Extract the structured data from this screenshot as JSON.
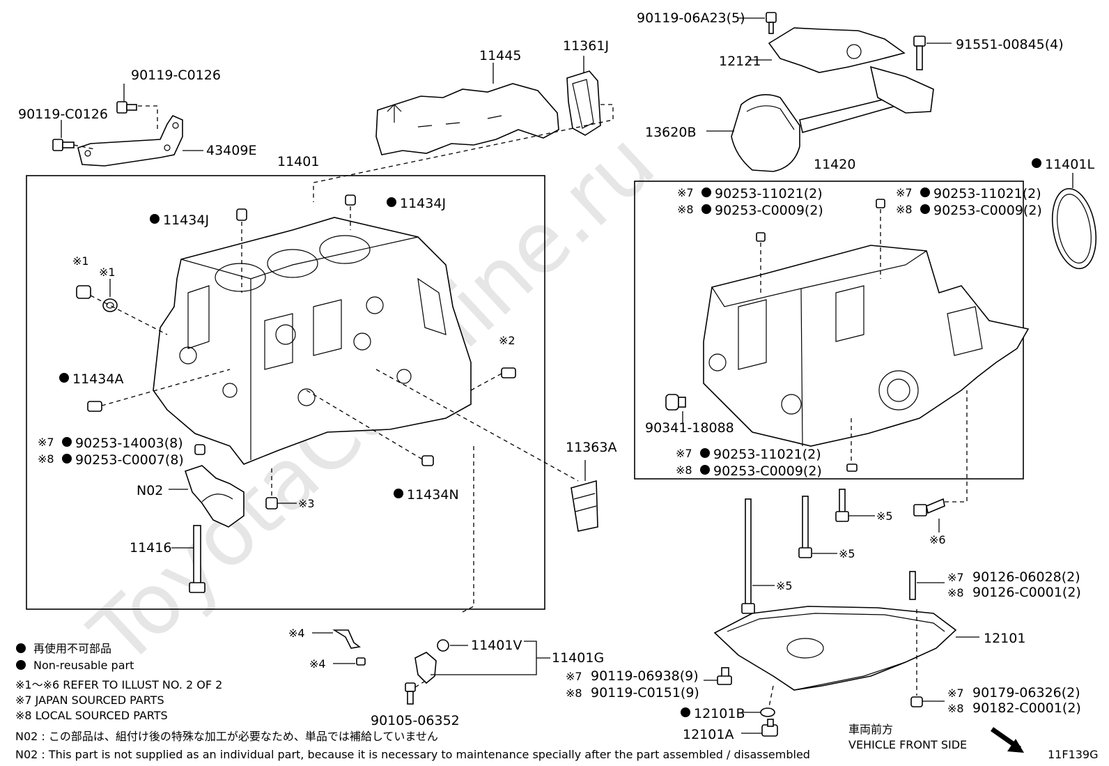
{
  "watermark": "ToyotaCarMine.ru",
  "drawing_code": "11F139G",
  "labels": {
    "p11401": "11401",
    "p11420": "11420",
    "p11445": "11445",
    "p11361J": "11361J",
    "p90119_c0126_a": "90119-C0126",
    "p90119_c0126_b": "90119-C0126",
    "p43409E": "43409E",
    "p11434J_a": "11434J",
    "p11434J_b": "11434J",
    "p11434A": "11434A",
    "p11434N": "11434N",
    "p11416": "11416",
    "pN02": "N02",
    "p11363A": "11363A",
    "p90119_06A23": "90119-06A23(5)",
    "p12121": "12121",
    "p91551": "91551-00845(4)",
    "p13620B": "13620B",
    "p11401L": "11401L",
    "p90341": "90341-18088",
    "p11401V": "11401V",
    "p11401G": "11401G",
    "p90105": "90105-06352",
    "p12101": "12101",
    "p12101B": "12101B",
    "p12101A": "12101A",
    "k1a": "※1",
    "k1b": "※1",
    "k2": "※2",
    "k3": "※3",
    "k4a": "※4",
    "k4b": "※4",
    "k5a": "※5",
    "k5b": "※5",
    "k5c": "※5",
    "k6": "※6",
    "l_left_7": "※7",
    "l_left_7v": "90253-14003(8)",
    "l_left_8": "※8",
    "l_left_8v": "90253-C0007(8)",
    "l_inL_7": "※7",
    "l_inL_7v": "90253-11021(2)",
    "l_inL_8": "※8",
    "l_inL_8v": "90253-C0009(2)",
    "l_inR_7": "※7",
    "l_inR_7v": "90253-11021(2)",
    "l_inR_8": "※8",
    "l_inR_8v": "90253-C0009(2)",
    "l_inB_7": "※7",
    "l_inB_7v": "90253-11021(2)",
    "l_inB_8": "※8",
    "l_inB_8v": "90253-C0009(2)",
    "l_stud_7": "※7",
    "l_stud_7v": "90126-06028(2)",
    "l_stud_8": "※8",
    "l_stud_8v": "90126-C0001(2)",
    "l_bolt_7": "※7",
    "l_bolt_7v": "90119-06938(9)",
    "l_bolt_8": "※8",
    "l_bolt_8v": "90119-C0151(9)",
    "l_nut_7": "※7",
    "l_nut_7v": "90179-06326(2)",
    "l_nut_8": "※8",
    "l_nut_8v": "90182-C0001(2)"
  },
  "legend": {
    "jp_nonreusable": "再使用不可部品",
    "en_nonreusable": "Non-reusable part",
    "refer": "※1～※6  REFER TO ILLUST NO. 2 OF 2",
    "japan": "※7 JAPAN SOURCED PARTS",
    "local": "※8 LOCAL SOURCED PARTS"
  },
  "notes": {
    "n02_jp": "N02 : この部品は、組付け後の特殊な加工が必要なため、単品では補給していません",
    "n02_en": "N02 : This part is not supplied as an individual part, because it is necessary to maintenance specially after the part assembled / disassembled"
  },
  "front_side": {
    "jp": "車両前方",
    "en": "VEHICLE FRONT SIDE"
  }
}
